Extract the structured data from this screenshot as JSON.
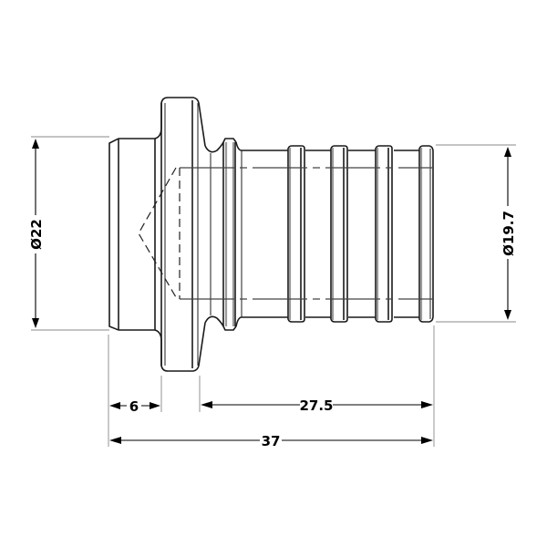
{
  "drawing": {
    "type": "technical-drawing",
    "subject": "barbed pipe fitting side view",
    "line_color": "#1a1a1a",
    "background": "#ffffff"
  },
  "dimensions": {
    "outer_diameter": {
      "label": "Ø22",
      "value": 22,
      "orientation": "vertical",
      "side": "left"
    },
    "barb_diameter": {
      "label": "Ø19.7",
      "value": 19.7,
      "orientation": "vertical",
      "side": "right"
    },
    "sleeve_length": {
      "label": "6",
      "value": 6,
      "orientation": "horizontal"
    },
    "barb_length": {
      "label": "27.5",
      "value": 27.5,
      "orientation": "horizontal"
    },
    "overall_length": {
      "label": "37",
      "value": 37,
      "orientation": "horizontal"
    }
  }
}
